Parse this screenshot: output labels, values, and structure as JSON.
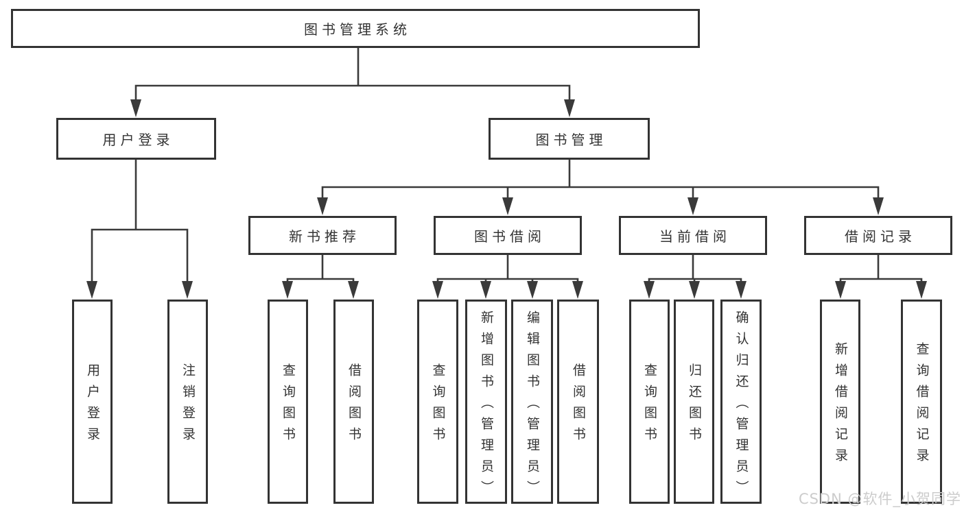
{
  "colors": {
    "background": "#ffffff",
    "line": "#3a3a3a",
    "box-border": "#333333",
    "text": "#333333",
    "watermark": "#cccccc"
  },
  "watermark": {
    "text": "CSDN @软件_小贺同学"
  },
  "diagram": {
    "type": "hierarchy-tree",
    "root": {
      "label": "图书管理系统",
      "children": [
        {
          "label": "用户登录",
          "children": [
            {
              "label": "用户登录"
            },
            {
              "label": "注销登录"
            }
          ]
        },
        {
          "label": "图书管理",
          "children": [
            {
              "label": "新书推荐",
              "children": [
                {
                  "label": "查询图书"
                },
                {
                  "label": "借阅图书"
                }
              ]
            },
            {
              "label": "图书借阅",
              "children": [
                {
                  "label": "查询图书"
                },
                {
                  "label": "新增图书（管理员）"
                },
                {
                  "label": "编辑图书（管理员）"
                },
                {
                  "label": "借阅图书"
                }
              ]
            },
            {
              "label": "当前借阅",
              "children": [
                {
                  "label": "查询图书"
                },
                {
                  "label": "归还图书"
                },
                {
                  "label": "确认归还（管理员）"
                }
              ]
            },
            {
              "label": "借阅记录",
              "children": [
                {
                  "label": "新增借阅记录"
                },
                {
                  "label": "查询借阅记录"
                }
              ]
            }
          ]
        }
      ]
    }
  }
}
